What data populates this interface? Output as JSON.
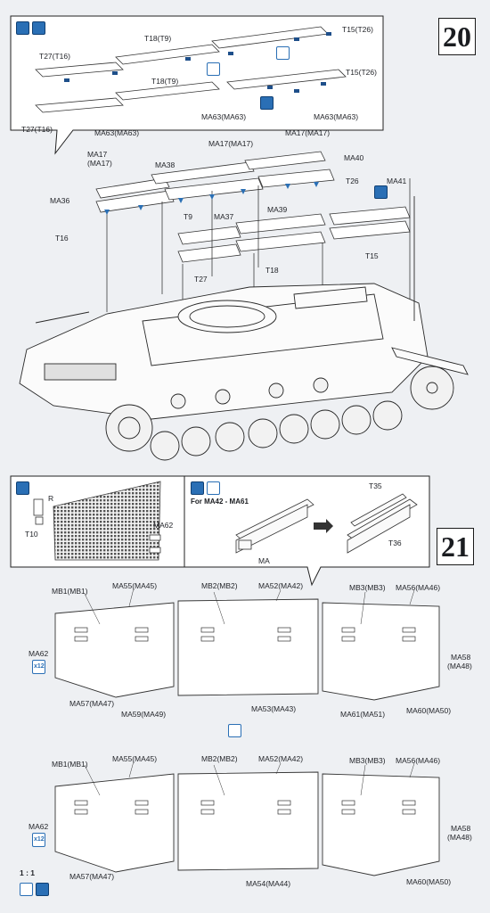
{
  "steps": {
    "step20": "20",
    "step21": "21"
  },
  "colors": {
    "ink": "#1f2126",
    "accent_blue": "#2a6fb5",
    "paper": "#eef0f3"
  },
  "icons": {
    "glue": "glue-icon",
    "apply": "apply-adhesive-icon",
    "file": "file-icon",
    "rotate": "rotate-icon",
    "drill": "drill-icon"
  },
  "step20": {
    "top": {
      "t18_t9_a": "T18(T9)",
      "t15_t26_a": "T15(T26)",
      "t27_t16_a": "T27(T16)",
      "t18_t9_b": "T18(T9)",
      "t15_t26_b": "T15(T26)",
      "ma63_a": "MA63(MA63)",
      "ma63_b": "MA63(MA63)",
      "t27_t16_b": "T27(T16)",
      "ma63_c": "MA63(MA63)"
    },
    "main": {
      "ma17_a1": "MA17",
      "ma17_a2": "(MA17)",
      "ma17_b": "MA17(MA17)",
      "ma17_c": "MA17(MA17)",
      "ma38": "MA38",
      "ma40": "MA40",
      "ma36": "MA36",
      "t26": "T26",
      "ma41": "MA41",
      "t9": "T9",
      "ma37": "MA37",
      "ma39": "MA39",
      "t16": "T16",
      "t15": "T15",
      "t18": "T18",
      "t27": "T27"
    }
  },
  "step21": {
    "sub": {
      "r_label": "R",
      "t10": "T10",
      "ma62": "MA62",
      "for_ma": "For MA42 - MA61",
      "t35": "T35",
      "ma": "MA",
      "t36": "T36"
    },
    "upper_panels": {
      "mb1": "MB1(MB1)",
      "ma55": "MA55(MA45)",
      "mb2": "MB2(MB2)",
      "ma52": "MA52(MA42)",
      "mb3": "MB3(MB3)",
      "ma56": "MA56(MA46)",
      "ma62": "MA62",
      "x12": "x12",
      "ma58": "MA58",
      "ma48": "(MA48)",
      "ma57": "MA57(MA47)",
      "ma59": "MA59(MA49)",
      "ma53": "MA53(MA43)",
      "ma61": "MA61(MA51)",
      "ma60": "MA60(MA50)"
    },
    "lower_panels": {
      "mb1": "MB1(MB1)",
      "ma55": "MA55(MA45)",
      "mb2": "MB2(MB2)",
      "ma52": "MA52(MA42)",
      "mb3": "MB3(MB3)",
      "ma56": "MA56(MA46)",
      "ma62": "MA62",
      "x12": "x12",
      "ma58": "MA58",
      "ma48": "(MA48)",
      "ma57": "MA57(MA47)",
      "ma54": "MA54(MA44)",
      "ma60": "MA60(MA50)"
    },
    "scale": "1 : 1"
  }
}
